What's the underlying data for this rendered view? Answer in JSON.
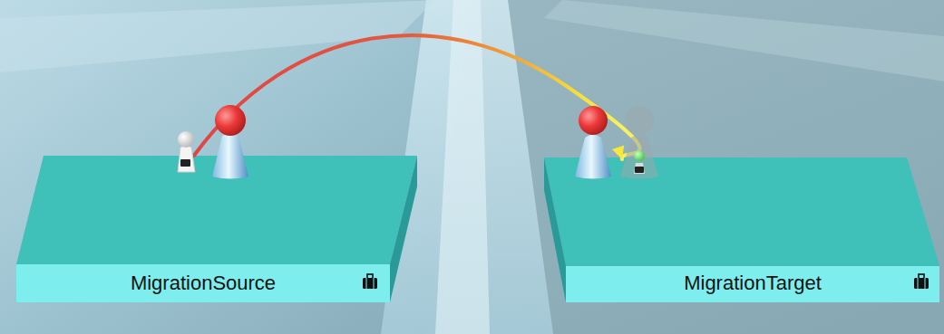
{
  "diagram": {
    "nodes": [
      {
        "text": [
          "MigrationSource"
        ]
      },
      {
        "text": [
          "MigrationTarget"
        ]
      }
    ],
    "edges": [
      {
        "from": 0,
        "to": 1,
        "arrow": "to"
      }
    ]
  }
}
